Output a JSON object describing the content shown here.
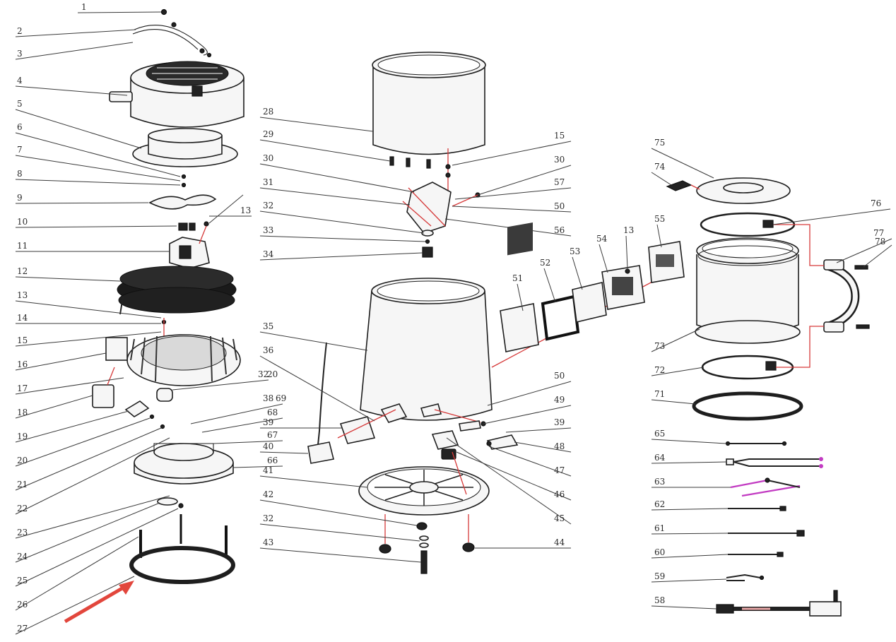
{
  "labels": {
    "l1": "1",
    "l2": "2",
    "l3": "3",
    "l4": "4",
    "l5": "5",
    "l6": "6",
    "l7": "7",
    "l8": "8",
    "l9": "9",
    "l10": "10",
    "l11": "11",
    "l12": "12",
    "l13a": "13",
    "l13b": "13",
    "l14": "14",
    "l15": "15",
    "l16": "16",
    "l17": "17",
    "l18": "18",
    "l19": "19",
    "l20": "20",
    "l21": "21",
    "l22": "22",
    "l23": "23",
    "l24": "24",
    "l25": "25",
    "l26": "26",
    "l27": "27",
    "l32a": "32",
    "l20b": "20",
    "l38": "38",
    "l69": "69",
    "l68": "68",
    "l67": "67",
    "l66": "66",
    "l28": "28",
    "l29": "29",
    "l30a": "30",
    "l31": "31",
    "l32b": "32",
    "l33a": "33",
    "l34": "34",
    "l35": "35",
    "l36": "36",
    "l39a": "39",
    "l40": "40",
    "l41": "41",
    "l42": "42",
    "l32c": "32",
    "l43": "43",
    "l15b": "15",
    "l30b": "30",
    "l57": "57",
    "l50a": "50",
    "l56": "56",
    "l51": "51",
    "l52": "52",
    "l53": "53",
    "l54": "54",
    "l13c": "13",
    "l55": "55",
    "l50b": "50",
    "l49": "49",
    "l39b": "39",
    "l48": "48",
    "l47": "47",
    "l46": "46",
    "l45": "45",
    "l44": "44",
    "l75": "75",
    "l74": "74",
    "l76": "76",
    "l77": "77",
    "l78": "78",
    "l73": "73",
    "l72": "72",
    "l71": "71",
    "l65": "65",
    "l64": "64",
    "l63": "63",
    "l62": "62",
    "l61": "61",
    "l60": "60",
    "l59": "59",
    "l58": "58"
  },
  "colors": {
    "ink": "#1e1e1e",
    "leader_red": "#d63a3a",
    "wire_magenta": "#c23bc2",
    "arrow_red": "#e2463c"
  }
}
